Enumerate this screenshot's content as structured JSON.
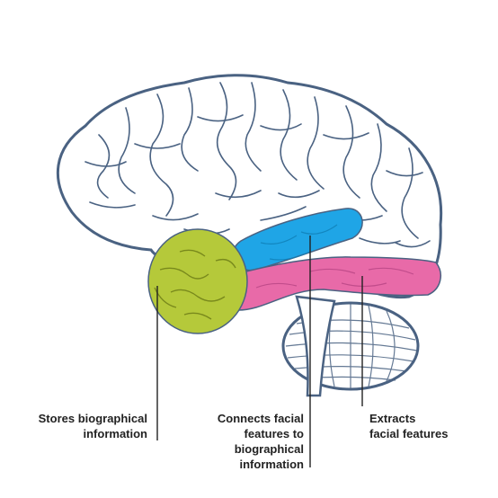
{
  "diagram": {
    "labels": {
      "stores": "Stores biographical\ninformation",
      "connects": "Connects facial\nfeatures to\nbiographical\ninformation",
      "extracts": "Extracts\nfacial features"
    },
    "colors": {
      "outline": "#4a6282",
      "brain_fill": "#ffffff",
      "green_region": "#b5c93a",
      "blue_region": "#1fa5e6",
      "pink_region": "#e86aa8",
      "pointer_line": "#222222",
      "text": "#222222"
    }
  }
}
